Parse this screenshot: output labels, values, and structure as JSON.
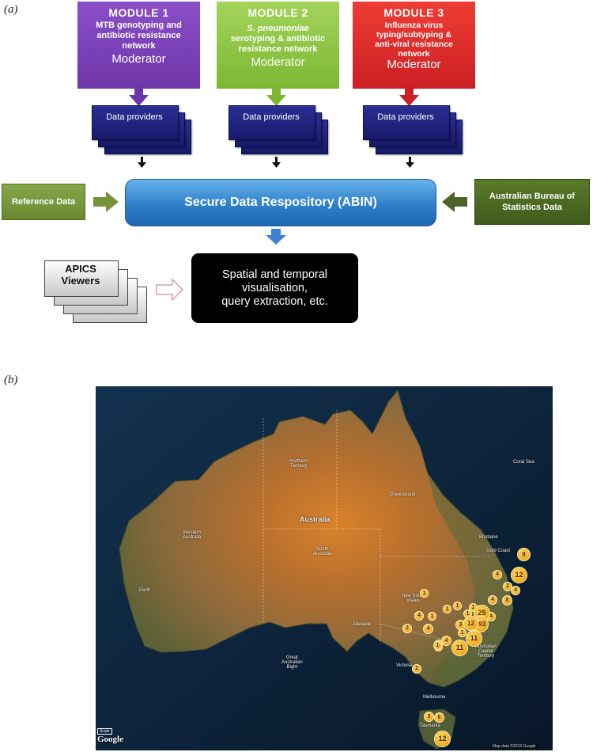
{
  "panel_a_label": "(a)",
  "panel_b_label": "(b)",
  "modules": [
    {
      "title": "MODULE 1",
      "line1": "MTB genotyping and",
      "line2": "antibiotic resistance",
      "line3": "network",
      "moderator": "Moderator",
      "color": "#7a43b6"
    },
    {
      "title": "MODULE 2",
      "line1_italic": "S. pneumoniae",
      "line2": "serotyping & antibiotic",
      "line3": "resistance network",
      "moderator": "Moderator",
      "color": "#8cc63f"
    },
    {
      "title": "MODULE 3",
      "line1": "Influenza virus",
      "line2": "typing/subtyping &",
      "line3": "anti-viral resistance",
      "line4": "network",
      "moderator": "Moderator",
      "color": "#e3262b"
    }
  ],
  "data_providers_label": "Data providers",
  "reference_data": "Reference Data",
  "abs_data_line1": "Australian Bureau of",
  "abs_data_line2": "Statistics Data",
  "secure_repo": "Secure Data Respository (ABIN)",
  "apics_line1": "APICS",
  "apics_line2": "Viewers",
  "spatial_line1": "Spatial and temporal",
  "spatial_line2": "visualisation,",
  "spatial_line3": "query extraction, etc.",
  "map": {
    "country_label": "Australia",
    "region_labels": {
      "nt_1": "Northern",
      "nt_2": "Territory",
      "qld": "Queensland",
      "wa_1": "Western",
      "wa_2": "Australia",
      "sa_1": "South",
      "sa_2": "Australia",
      "nsw_1": "New South",
      "nsw_2": "Wales",
      "vic": "Victoria",
      "act_1": "Australian",
      "act_2": "Capital",
      "act_3": "Territory",
      "tas": "Tasmania",
      "perth": "Perth",
      "adelaide": "Adelaide",
      "brisbane": "Brisbane",
      "gold_coast": "Gold Coast",
      "melbourne": "Melbourne",
      "bight_1": "Great",
      "bight_2": "Australian",
      "bight_3": "Bight",
      "coral_sea": "Coral Sea"
    },
    "clusters": [
      "9",
      "12",
      "2",
      "4",
      "8",
      "4",
      "1",
      "1",
      "4",
      "25",
      "1",
      "1",
      "293",
      "3",
      "12",
      "2",
      "4",
      "11",
      "4",
      "1",
      "11",
      "1",
      "1",
      "1",
      "2",
      "3",
      "6",
      "12",
      "4",
      "1",
      "1",
      "4"
    ],
    "logo": "Google",
    "scale_label": "Scale",
    "map_data_text": "Map data ©2013 Google"
  }
}
